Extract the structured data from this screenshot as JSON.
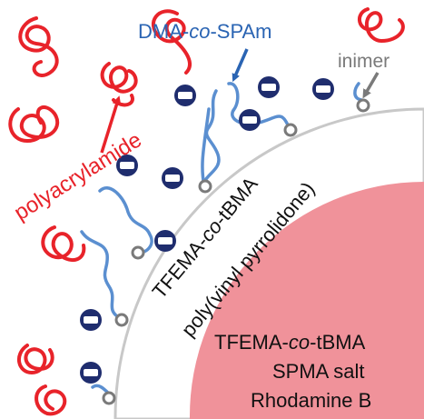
{
  "labels": {
    "copolymer_shell": "DMA-co-SPAm",
    "copolymer_shell_parts": [
      "DMA-",
      "co",
      "-SPAm"
    ],
    "inimer": "inimer",
    "polyacrylamide": "polyacrylamide",
    "shell_layer_line1_parts": [
      "TFEMA-",
      "co",
      "-tBMA"
    ],
    "shell_layer_line2": "poly(vinyl pyrrolidone)",
    "core_line1_parts": [
      "TFEMA-",
      "co",
      "-tBMA"
    ],
    "core_line2": "SPMA salt",
    "core_line3": "Rhodamine B"
  },
  "colors": {
    "polyacrylamide": "#e8232a",
    "copolymer": "#5b8fd0",
    "copolymer_label": "#2a64b3",
    "negative_charge": "#1f2d6e",
    "inimer": "#7a7a7a",
    "core_fill": "#f0929a",
    "shell_border": "#c8c8c8"
  },
  "icons": {
    "negative_charge": "minus-circle-icon"
  }
}
